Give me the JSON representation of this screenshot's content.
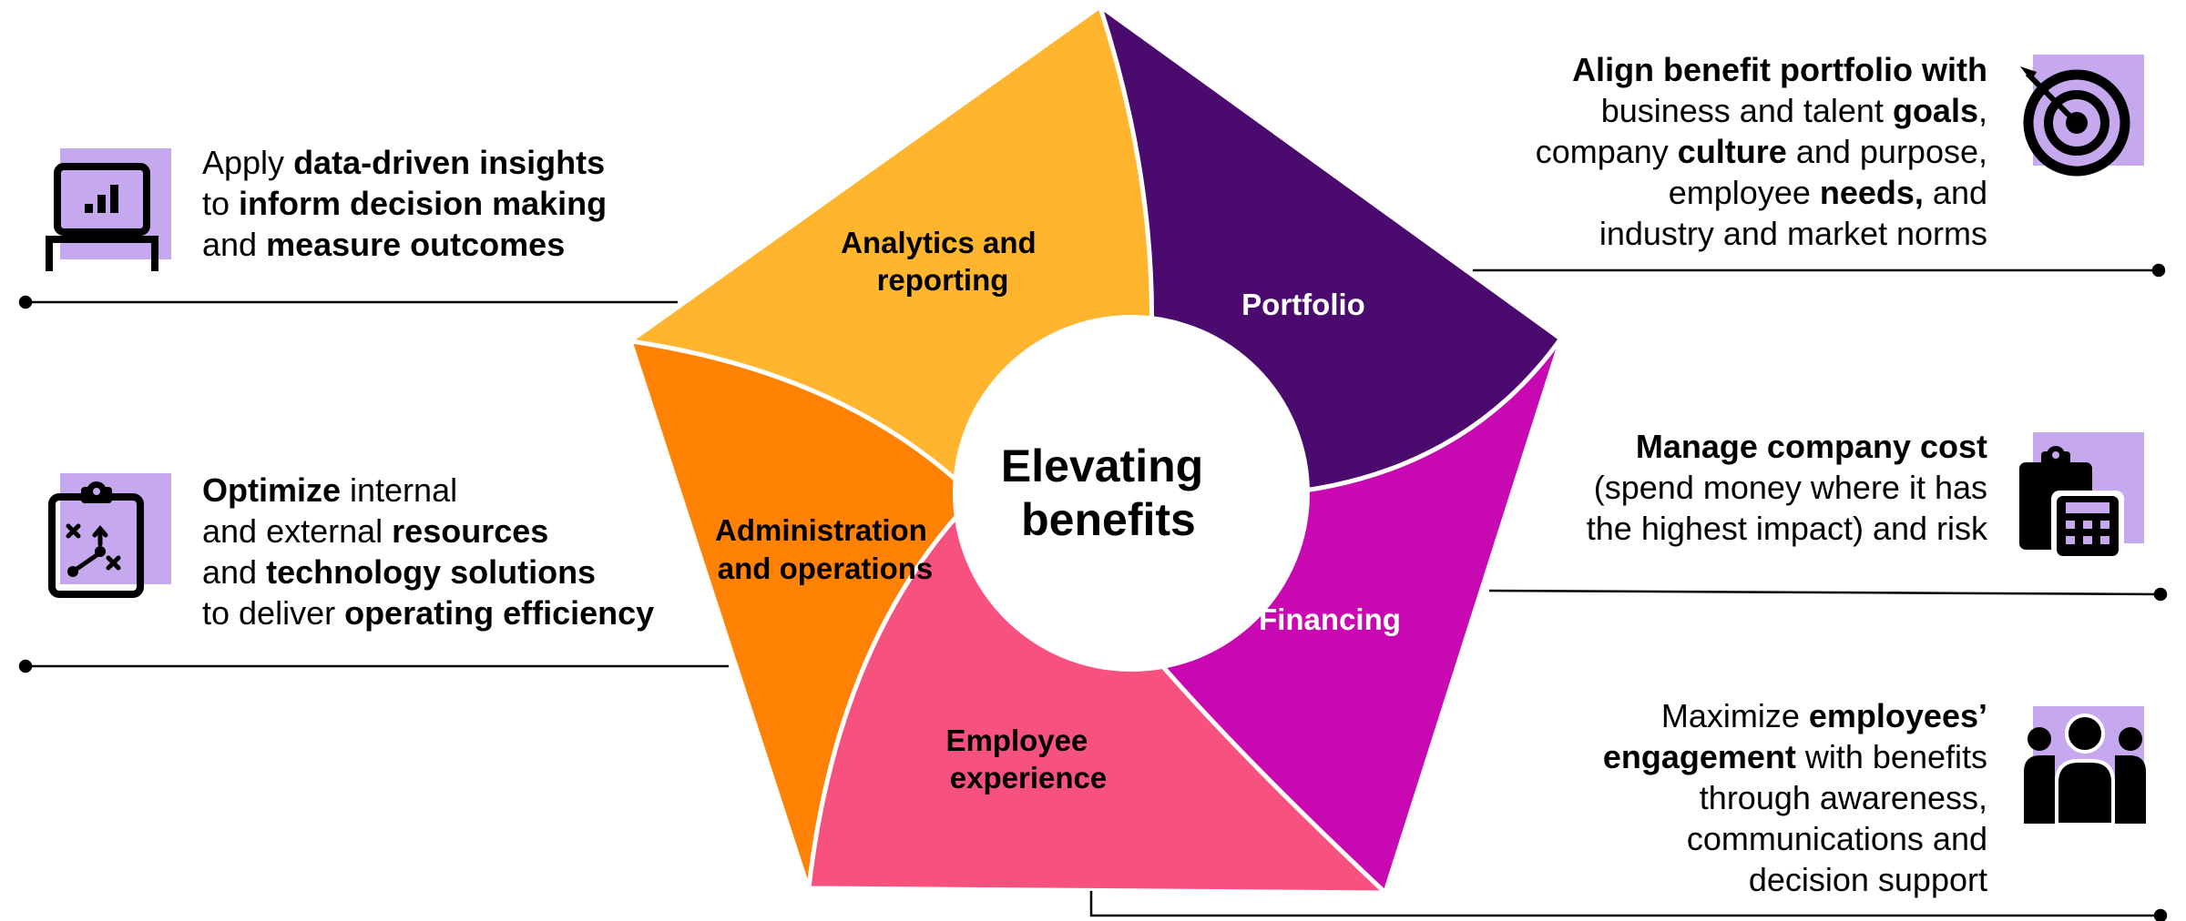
{
  "center_label": [
    "Elevating",
    "benefits"
  ],
  "segments": [
    {
      "id": "analytics",
      "label": [
        "Analytics and",
        "reporting"
      ],
      "color": "#FFB52E"
    },
    {
      "id": "portfolio",
      "label": [
        "Portfolio"
      ],
      "color": "#4A0A6E"
    },
    {
      "id": "financing",
      "label": [
        "Financing"
      ],
      "color": "#C808B0"
    },
    {
      "id": "experience",
      "label": [
        "Employee",
        "experience"
      ],
      "color": "#F7527F"
    },
    {
      "id": "administration",
      "label": [
        "Administration",
        "and operations"
      ],
      "color": "#FF8205"
    }
  ],
  "descriptions": {
    "analytics": {
      "lines": [
        [
          {
            "t": "Apply "
          },
          {
            "t": "data-driven insights",
            "b": true
          }
        ],
        [
          {
            "t": "to "
          },
          {
            "t": "inform decision making",
            "b": true
          }
        ],
        [
          {
            "t": "and "
          },
          {
            "t": "measure outcomes",
            "b": true
          }
        ]
      ]
    },
    "administration": {
      "lines": [
        [
          {
            "t": "Optimize",
            "b": true
          },
          {
            "t": " internal"
          }
        ],
        [
          {
            "t": "and external "
          },
          {
            "t": "resources",
            "b": true
          }
        ],
        [
          {
            "t": "and "
          },
          {
            "t": "technology solutions",
            "b": true
          }
        ],
        [
          {
            "t": "to deliver "
          },
          {
            "t": "operating efficiency",
            "b": true
          }
        ]
      ]
    },
    "portfolio": {
      "lines": [
        [
          {
            "t": "Align benefit portfolio with",
            "b": true
          }
        ],
        [
          {
            "t": "business and talent "
          },
          {
            "t": "goals",
            "b": true
          },
          {
            "t": ","
          }
        ],
        [
          {
            "t": "company "
          },
          {
            "t": "culture",
            "b": true
          },
          {
            "t": " and purpose,"
          }
        ],
        [
          {
            "t": "employee "
          },
          {
            "t": "needs,",
            "b": true
          },
          {
            "t": " and"
          }
        ],
        [
          {
            "t": "industry and market norms"
          }
        ]
      ]
    },
    "financing": {
      "lines": [
        [
          {
            "t": "Manage company cost",
            "b": true
          }
        ],
        [
          {
            "t": "(spend money where it has"
          }
        ],
        [
          {
            "t": "the highest impact) and risk"
          }
        ]
      ]
    },
    "experience": {
      "lines": [
        [
          {
            "t": "Maximize "
          },
          {
            "t": "employees’",
            "b": true
          }
        ],
        [
          {
            "t": "engagement",
            "b": true
          },
          {
            "t": " with benefits"
          }
        ],
        [
          {
            "t": "through awareness,"
          }
        ],
        [
          {
            "t": "communications and"
          }
        ],
        [
          {
            "t": "decision support"
          }
        ]
      ]
    }
  },
  "icons": {
    "analytics": "monitor-bar-chart-icon",
    "administration": "clipboard-strategy-icon",
    "portfolio": "target-icon",
    "financing": "clipboard-calculator-icon",
    "experience": "people-group-icon"
  },
  "colors": {
    "icon_accent": "#C6A8EF",
    "line": "#000000",
    "center_fill": "#FFFFFF"
  }
}
